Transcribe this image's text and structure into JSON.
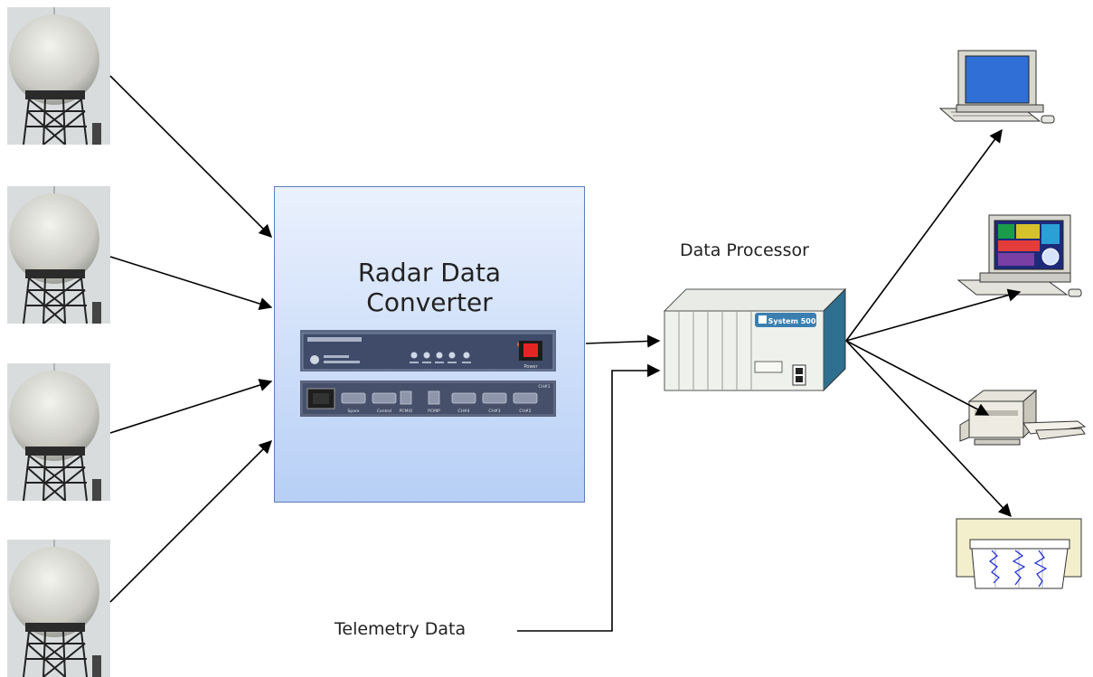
{
  "converter": {
    "title_line1": "Radar Data",
    "title_line2": "Converter",
    "front_panel_labels": [
      "Power"
    ],
    "back_panel_labels": [
      "Spare",
      "Control",
      "PCMIO",
      "PCMIP",
      "CH#4",
      "CH#3",
      "CH#2",
      "CH#1"
    ]
  },
  "processor": {
    "label": "Data Processor",
    "badge": "System 500"
  },
  "telemetry": {
    "label": "Telemetry Data"
  },
  "colors": {
    "converter_border": "#5a7fb8",
    "converter_fill_top": "#eaf1fd",
    "converter_fill_bottom": "#b7cff6",
    "processor_side": "#2f6f8f",
    "monitor_screen": "#2f6fd6"
  },
  "icons": [
    "radar-dome-icon",
    "computer-icon",
    "workstation-icon",
    "printer-icon",
    "chart-recorder-icon"
  ]
}
